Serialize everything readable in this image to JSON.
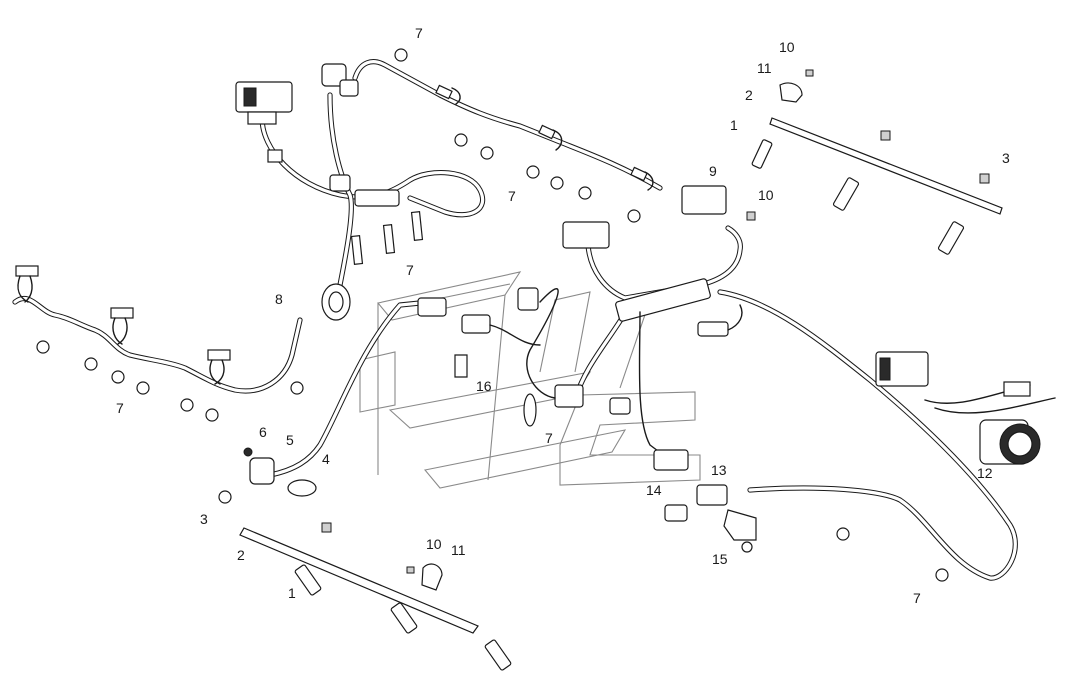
{
  "callouts": [
    "7",
    "10",
    "11",
    "2",
    "1",
    "3",
    "9",
    "10",
    "7",
    "7",
    "8",
    "16",
    "7",
    "6",
    "5",
    "4",
    "3",
    "2",
    "10",
    "11",
    "1",
    "7",
    "14",
    "13",
    "15",
    "12",
    "7"
  ]
}
